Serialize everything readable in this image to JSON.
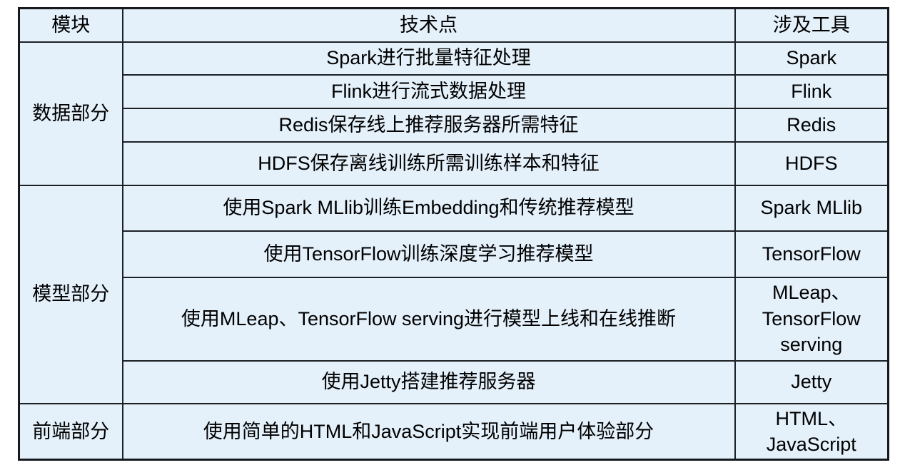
{
  "table": {
    "headers": {
      "module": "模块",
      "tech": "技术点",
      "tools": "涉及工具"
    },
    "modules": [
      {
        "label": "数据部分"
      },
      {
        "label": "模型部分"
      },
      {
        "label": "前端部分"
      }
    ],
    "rows": [
      {
        "tech": "Spark进行批量特征处理",
        "tool": "Spark"
      },
      {
        "tech": "Flink进行流式数据处理",
        "tool": "Flink"
      },
      {
        "tech": "Redis保存线上推荐服务器所需特征",
        "tool": "Redis"
      },
      {
        "tech": "HDFS保存离线训练所需训练样本和特征",
        "tool": "HDFS"
      },
      {
        "tech": "使用Spark MLlib训练Embedding和传统推荐模型",
        "tool": "Spark MLlib"
      },
      {
        "tech": "使用TensorFlow训练深度学习推荐模型",
        "tool": "TensorFlow"
      },
      {
        "tech": "使用MLeap、TensorFlow serving进行模型上线和在线推断",
        "tool": "MLeap、\nTensorFlow\nserving"
      },
      {
        "tech": "使用Jetty搭建推荐服务器",
        "tool": "Jetty"
      },
      {
        "tech": "使用简单的HTML和JavaScript实现前端用户体验部分",
        "tool": "HTML、\nJavaScript"
      }
    ],
    "colors": {
      "cell_background": "#e4f0fa",
      "border": "#1c2126",
      "text": "#000000",
      "page_background": "#ffffff"
    }
  }
}
